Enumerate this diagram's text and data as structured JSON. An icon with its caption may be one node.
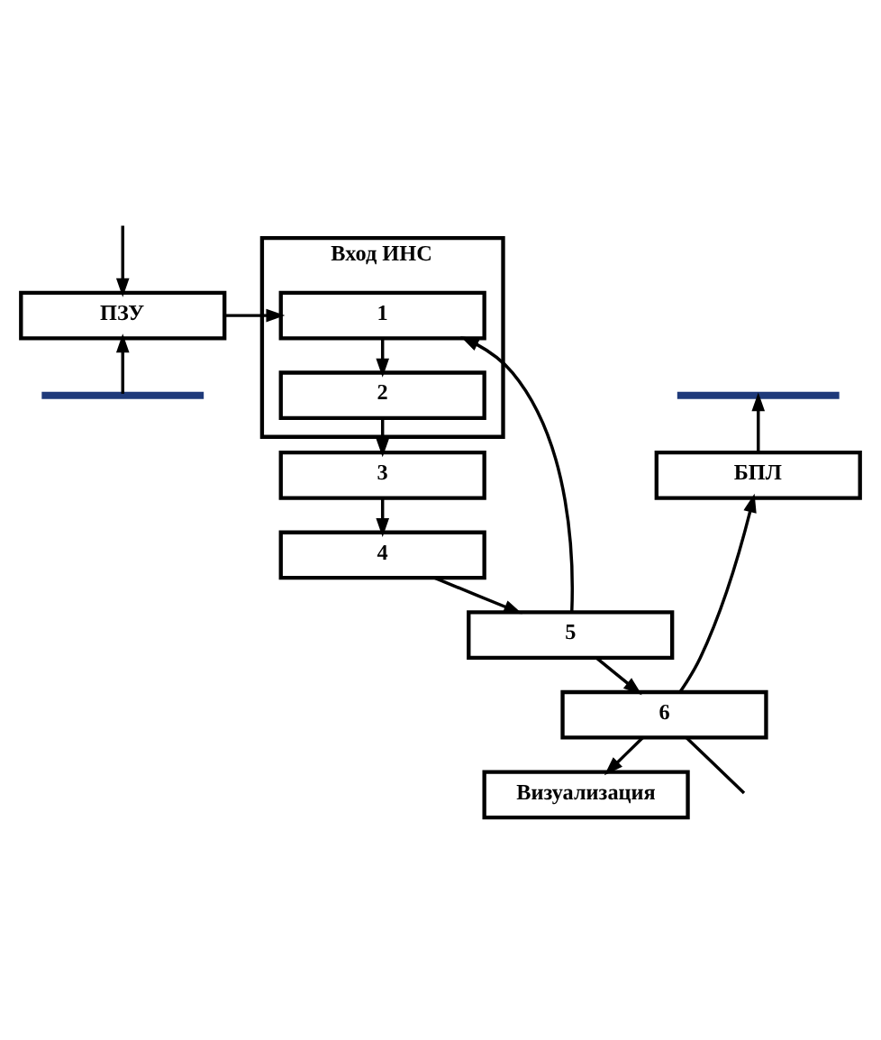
{
  "diagram": {
    "nodes": [
      {
        "text": [
          "ПЗУ"
        ]
      },
      {
        "text": [
          "Вход ИНС"
        ]
      },
      {
        "text": [
          "1"
        ],
        "in": 1
      },
      {
        "text": [
          "2"
        ],
        "in": 1
      },
      {
        "text": [],
        "shape": "bar"
      },
      {
        "text": [],
        "shape": "bar"
      },
      {
        "text": [
          "БПЛ"
        ]
      },
      {
        "text": [
          "3"
        ]
      },
      {
        "text": [
          "4"
        ]
      },
      {
        "text": [
          "5"
        ]
      },
      {
        "text": [
          "6"
        ]
      },
      {
        "text": [
          "Визуализация"
        ]
      }
    ],
    "edges": [
      {
        "from": null,
        "to": 0,
        "arrow": "to"
      },
      {
        "from": 0,
        "to": 2,
        "arrow": "to"
      },
      {
        "from": 2,
        "to": 3,
        "arrow": "to"
      },
      {
        "from": 3,
        "to": 7,
        "arrow": "to"
      },
      {
        "from": 7,
        "to": 8,
        "arrow": "to"
      },
      {
        "from": 8,
        "to": 9,
        "arrow": "to"
      },
      {
        "from": 9,
        "to": 10,
        "arrow": "to"
      },
      {
        "from": 10,
        "to": 11,
        "arrow": "to"
      },
      {
        "from": 9,
        "to": 2,
        "arrow": "to"
      },
      {
        "from": 10,
        "to": 6,
        "arrow": "to"
      },
      {
        "from": 6,
        "to": 5,
        "arrow": "to"
      },
      {
        "from": 4,
        "to": 0,
        "arrow": "to"
      },
      {
        "from": 10,
        "to": null,
        "arrow": "none"
      }
    ]
  }
}
